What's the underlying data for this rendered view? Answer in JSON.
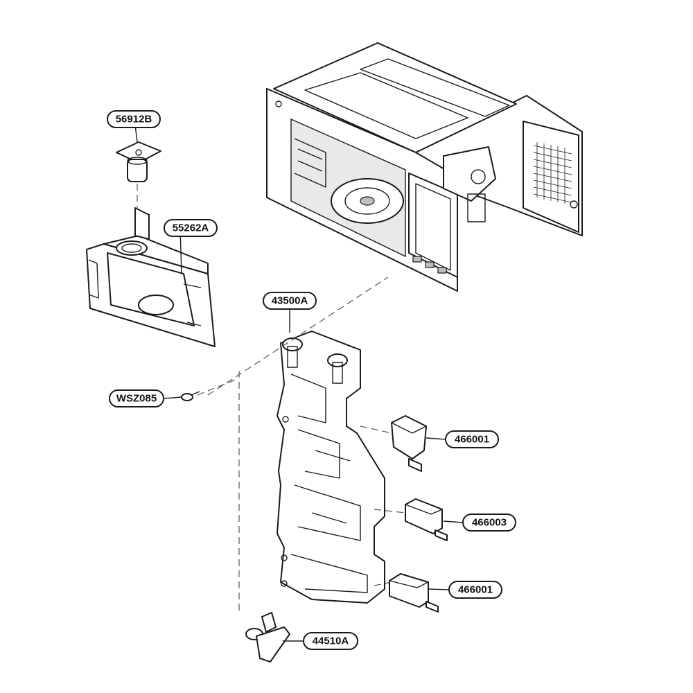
{
  "callouts": {
    "p56912b": "56912B",
    "p55262a": "55262A",
    "p43500a": "43500A",
    "pwsz085": "WSZ085",
    "p466001_top": "466001",
    "p466003": "466003",
    "p466001_bottom": "466001",
    "p44510a": "44510A"
  },
  "colors": {
    "line": "#1a1a1a",
    "background": "#ffffff"
  }
}
